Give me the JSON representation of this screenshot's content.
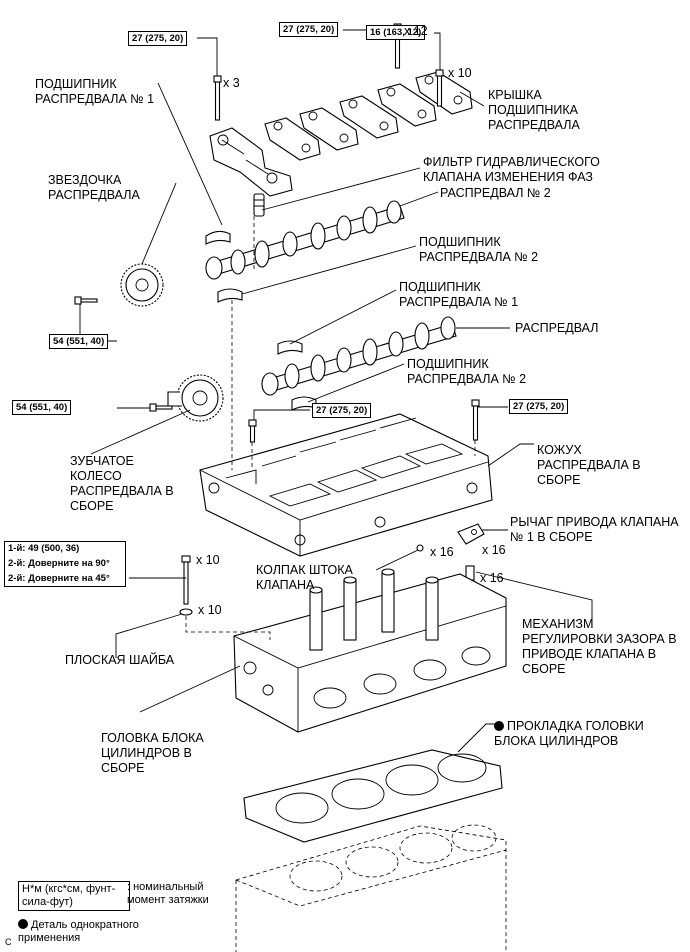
{
  "torque": {
    "t1": "27 (275, 20)",
    "t2": "27 (275, 20)",
    "t3": "16 (163, 12)",
    "t4": "54 (551, 40)",
    "t5": "54 (551, 40)",
    "t6": "27 (275, 20)",
    "t7": "27 (275, 20)",
    "head_bolt_1": "1-й: 49 (500, 36)",
    "head_bolt_2": "2-й: Доверните на 90°",
    "head_bolt_3": "2-й: Доверните на 45°"
  },
  "quantities": {
    "q_x3": "x 3",
    "q_x12": "x 12",
    "q_x10_top": "x 10",
    "q_x16_a": "x 16",
    "q_x16_b": "x 16",
    "q_x16_c": "x 16",
    "q_x10_bolt": "x 10",
    "q_x10_washer": "x 10"
  },
  "labels": {
    "bearing_no1_top": "ПОДШИПНИК РАСПРЕДВАЛА № 1",
    "sprocket": "ЗВЕЗДОЧКА РАСПРЕДВАЛА",
    "bearing_cap": "КРЫШКА ПОДШИПНИКА РАСПРЕДВАЛА",
    "oil_filter": "ФИЛЬТР ГИДРАВЛИЧЕСКОГО КЛАПАНА ИЗМЕНЕНИЯ ФАЗ",
    "camshaft_no2": "РАСПРЕДВАЛ № 2",
    "bearing_no2_upper": "ПОДШИПНИК РАСПРЕДВАЛА № 2",
    "bearing_no1_lower": "ПОДШИПНИК РАСПРЕДВАЛА № 1",
    "camshaft": "РАСПРЕДВАЛ",
    "bearing_no2_lower": "ПОДШИПНИК РАСПРЕДВАЛА № 2",
    "housing": "КОЖУХ РАСПРЕДВАЛА В СБОРЕ",
    "timing_gear": "ЗУБЧАТОЕ КОЛЕСО РАСПРЕДВАЛА В СБОРЕ",
    "rocker_arm": "РЫЧАГ ПРИВОДА КЛАПАНА № 1 В СБОРЕ",
    "valve_cap": "КОЛПАК ШТОКА КЛАПАНА",
    "lash_adjuster": "МЕХАНИЗМ РЕГУЛИРОВКИ ЗАЗОРА В ПРИВОДЕ КЛАПАНА В СБОРЕ",
    "flat_washer": "ПЛОСКАЯ ШАЙБА",
    "cylinder_head": "ГОЛОВКА БЛОКА ЦИЛИНДРОВ В СБОРЕ",
    "head_gasket": "ПРОКЛАДКА ГОЛОВКИ БЛОКА ЦИЛИНДРОВ"
  },
  "legend": {
    "unit_box": "Н*м (кгс*см, фунт-сила-фут)",
    "unit_desc": ": номинальный момент затяжки",
    "single_use": "Деталь однократного применения",
    "corner_mark": "C"
  }
}
